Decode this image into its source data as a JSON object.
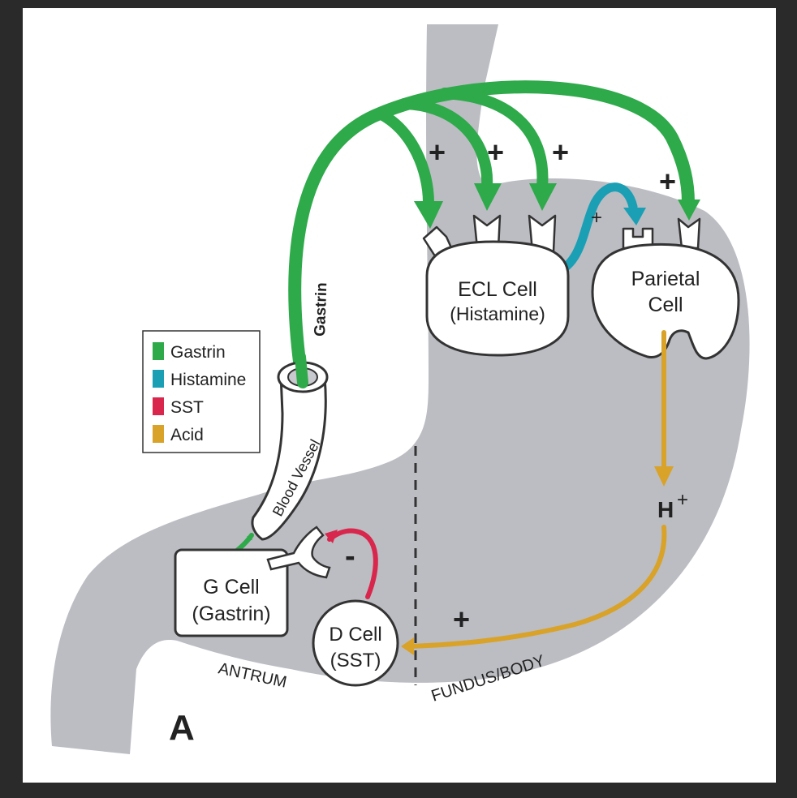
{
  "diagram": {
    "panel_letter": "A",
    "regions": {
      "antrum": "ANTRUM",
      "fundus_body": "FUNDUS/BODY"
    },
    "cells": {
      "ecl": {
        "line1": "ECL Cell",
        "line2": "(Histamine)"
      },
      "parietal": {
        "line1": "Parietal",
        "line2": "Cell"
      },
      "g": {
        "line1": "G Cell",
        "line2": "(Gastrin)"
      },
      "d": {
        "line1": "D Cell",
        "line2": "(SST)"
      }
    },
    "labels": {
      "gastrin_path": "Gastrin",
      "blood_vessel": "Blood Vessel",
      "h_ion": "H",
      "h_charge": "+"
    },
    "signs": {
      "ecl_1": "+",
      "ecl_2": "+",
      "ecl_3": "+",
      "parietal_gastrin": "+",
      "histamine": "+",
      "acid_feedback": "+",
      "sst_inhibition": "-"
    },
    "legend": [
      {
        "label": "Gastrin",
        "color": "#2eaa4a"
      },
      {
        "label": "Histamine",
        "color": "#1a9fb5"
      },
      {
        "label": "SST",
        "color": "#d8264c"
      },
      {
        "label": "Acid",
        "color": "#d9a229"
      }
    ]
  }
}
